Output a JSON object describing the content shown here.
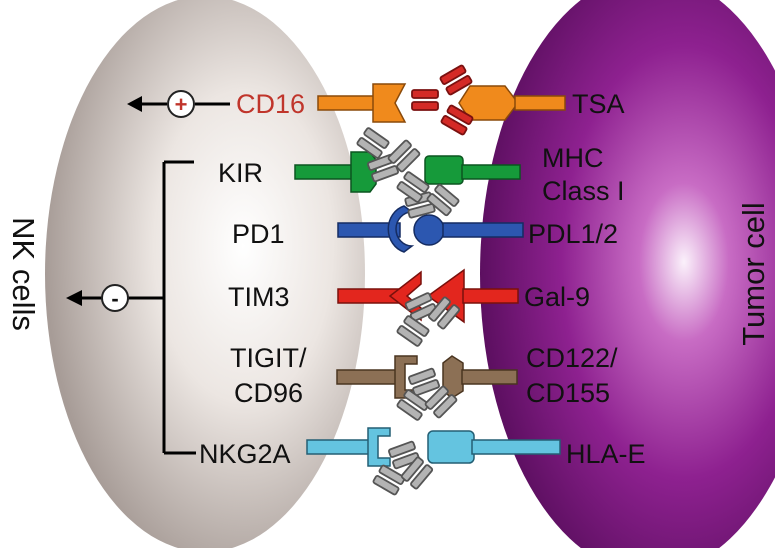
{
  "side_labels": {
    "left": "NK cells",
    "right": "Tumor cell"
  },
  "signs": {
    "activating": "+",
    "inhibitory": "-"
  },
  "receptors": {
    "cd16": "CD16",
    "kir": "KIR",
    "pd1": "PD1",
    "tim3": "TIM3",
    "tigit_line1": "TIGIT/",
    "tigit_line2": "CD96",
    "nkg2a": "NKG2A"
  },
  "ligands": {
    "tsa": "TSA",
    "mhc_line1": "MHC",
    "mhc_line2": "Class I",
    "pdl": "PDL1/2",
    "gal9": "Gal-9",
    "cd122_line1": "CD122/",
    "cd122_line2": "CD155",
    "hlae": "HLA-E"
  },
  "colors": {
    "cd16": "#f08a1c",
    "kir": "#169a3a",
    "pd1": "#2c57b0",
    "tim3": "#e3261e",
    "tigit": "#8c7055",
    "nkg2a": "#64c4e0",
    "antibody": "#b3b3b3",
    "bispecific": "#d42a26",
    "cd16_label": "#c0352b"
  }
}
